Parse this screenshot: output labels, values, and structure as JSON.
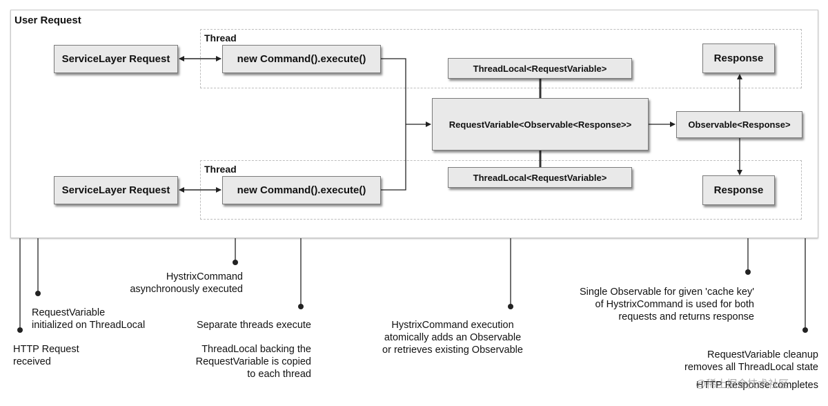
{
  "diagram": {
    "container_title": "User Request",
    "thread_labels": [
      "Thread",
      "Thread"
    ],
    "service_requests": [
      "ServiceLayer Request",
      "ServiceLayer Request"
    ],
    "commands": [
      "new Command().execute()",
      "new Command().execute()"
    ],
    "threadlocals": [
      "ThreadLocal<RequestVariable>",
      "ThreadLocal<RequestVariable>"
    ],
    "request_variable": "RequestVariable<Observable<Response>>",
    "observable": "Observable<Response>",
    "responses": [
      "Response",
      "Response"
    ]
  },
  "annotations": {
    "http_request": [
      "HTTP Request",
      "received"
    ],
    "reqvar_init": [
      "RequestVariable",
      "initialized on ThreadLocal"
    ],
    "async": [
      "HystrixCommand",
      "asynchronously executed"
    ],
    "threads": [
      "Separate threads execute",
      "",
      "ThreadLocal backing the",
      "RequestVariable is copied",
      "to each thread"
    ],
    "execution": [
      "HystrixCommand execution",
      "atomically adds an Observable",
      "or retrieves existing Observable"
    ],
    "single_observable": [
      "Single Observable for given 'cache key'",
      "of HystrixCommand is used for both",
      "requests and returns response"
    ],
    "cleanup": [
      "RequestVariable cleanup",
      "removes all ThreadLocal state",
      "",
      "HTTP Response completes"
    ]
  },
  "watermark": "@稀土掘金技术社区"
}
